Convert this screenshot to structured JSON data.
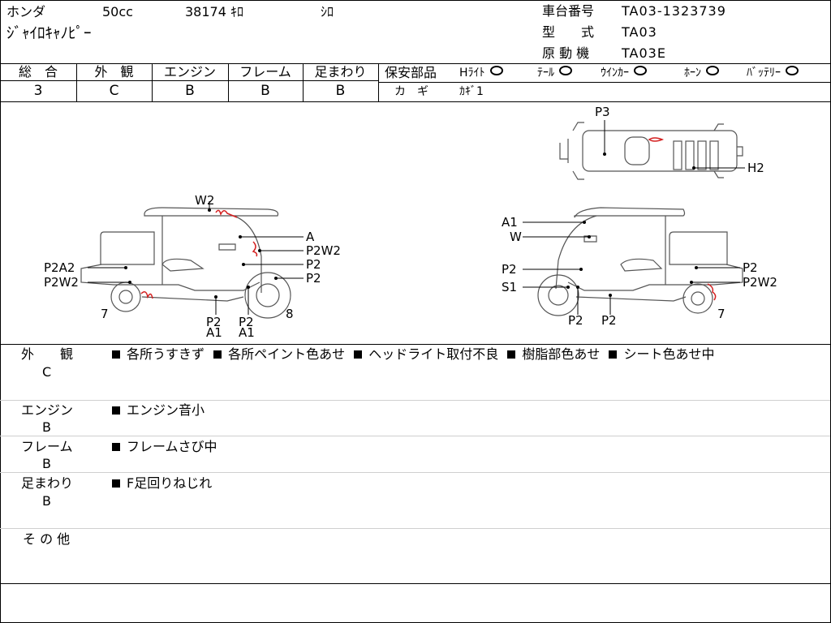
{
  "header": {
    "maker": "ホンダ",
    "displacement": "50cc",
    "mileage": "38174 ｷﾛ",
    "color": "ｼﾛ",
    "model_name": "ｼﾞｬｲﾛｷｬﾉﾋﾟｰ",
    "chassis_label": "車台番号",
    "chassis_value": "TA03-1323739",
    "type_label": "型　　式",
    "type_value": "TA03",
    "engine_label": "原 動 機",
    "engine_value": "TA03E"
  },
  "grades": {
    "headers": [
      "総　合",
      "外　観",
      "エンジン",
      "フレーム",
      "足まわり"
    ],
    "values": [
      "3",
      "C",
      "B",
      "B",
      "B"
    ]
  },
  "safety": {
    "label": "保安部品",
    "items": [
      "Hﾗｲﾄ",
      "ﾃｰﾙ",
      "ｳｲﾝｶｰ",
      "ﾎｰﾝ",
      "ﾊﾞｯﾃﾘｰ"
    ],
    "key_label": "カ　ギ",
    "key_value": "ｶｷﾞ1"
  },
  "diagram": {
    "left": [
      "W2",
      "A",
      "P2W2",
      "P2",
      "P2",
      "P2A2",
      "P2W2",
      "7",
      "P2",
      "A1",
      "P2",
      "A1",
      "8"
    ],
    "top": [
      "P3",
      "H2"
    ],
    "right": [
      "A1",
      "W",
      "P2",
      "S1",
      "P2",
      "P2W2",
      "P2",
      "P2",
      "7"
    ]
  },
  "remarks": [
    {
      "label": "外　　観",
      "grade": "C",
      "items": [
        "各所うすきず",
        "各所ペイント色あせ",
        "ヘッドライト取付不良",
        "樹脂部色あせ",
        "シート色あせ中"
      ]
    },
    {
      "label": "エンジン",
      "grade": "B",
      "items": [
        "エンジン音小"
      ]
    },
    {
      "label": "フレーム",
      "grade": "B",
      "items": [
        "フレームさび中"
      ]
    },
    {
      "label": "足まわり",
      "grade": "B",
      "items": [
        "F足回りねじれ"
      ]
    },
    {
      "label": "そ の 他",
      "grade": "",
      "items": []
    }
  ]
}
